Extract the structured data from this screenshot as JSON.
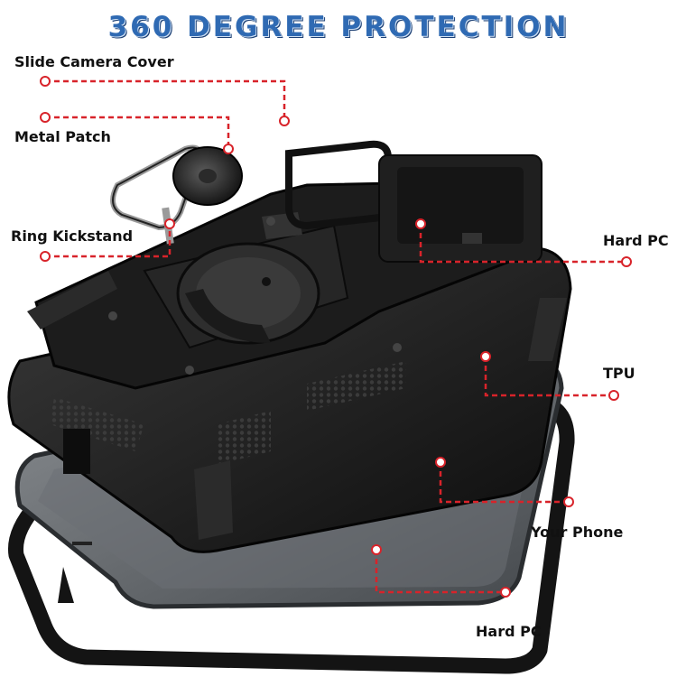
{
  "headline": "360 DEGREE PROTECTION",
  "callouts": {
    "slide_camera_cover": "Slide Camera Cover",
    "metal_patch": "Metal Patch",
    "ring_kickstand": "Ring Kickstand",
    "hard_pc_top": "Hard PC",
    "tpu": "TPU",
    "your_phone": "Your Phone",
    "hard_pc_bottom": "Hard PC"
  },
  "colors": {
    "headline": "#2f6ab3",
    "leader_line": "#d8232a",
    "case_black": "#1a1a1a",
    "phone_gray": "#5e6266"
  }
}
